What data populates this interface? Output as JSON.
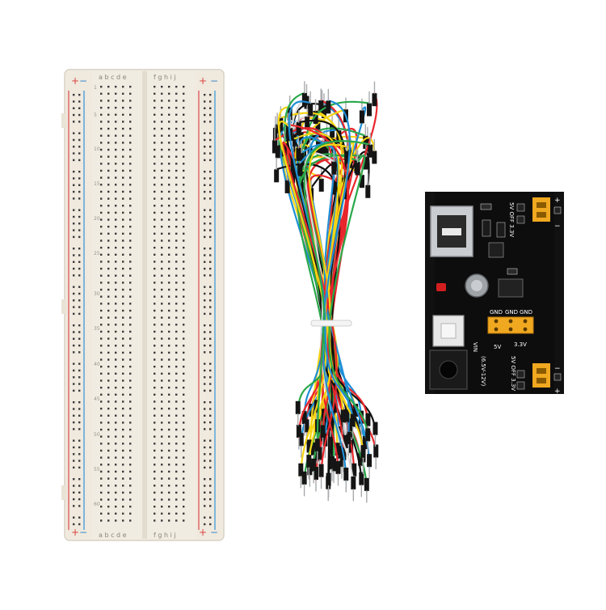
{
  "breadboard": {
    "polarity_plus": "+",
    "polarity_minus": "−",
    "columns_left": "a b c d e",
    "columns_right": "f g h i j",
    "row_numbers": [
      "1",
      "5",
      "10",
      "15",
      "20",
      "25",
      "30",
      "35",
      "40",
      "45",
      "50",
      "55",
      "60"
    ]
  },
  "jumper_wires": {
    "colors": [
      "#e8262b",
      "#f5d514",
      "#1f8fd6",
      "#2aa84a",
      "#111111",
      "#f7f7f7"
    ]
  },
  "power_module": {
    "pin_labels": {
      "gnd1": "GND",
      "gnd2": "GND",
      "gnd3": "GND",
      "v5": "5V",
      "v33": "3.3V",
      "top_switch": "5V OFF 3.3V",
      "bottom_switch": "5V OFF 3.3V",
      "vin": "VIN",
      "dc_range": "(6.5V-12V)",
      "plus": "+",
      "minus": "−"
    }
  },
  "colors": {
    "breadboard": "#f1ece2",
    "rail_red": "#e06060",
    "rail_blue": "#4f9fd8",
    "pcb": "#0d0d0d",
    "jumper_cap": "#f0a820"
  }
}
